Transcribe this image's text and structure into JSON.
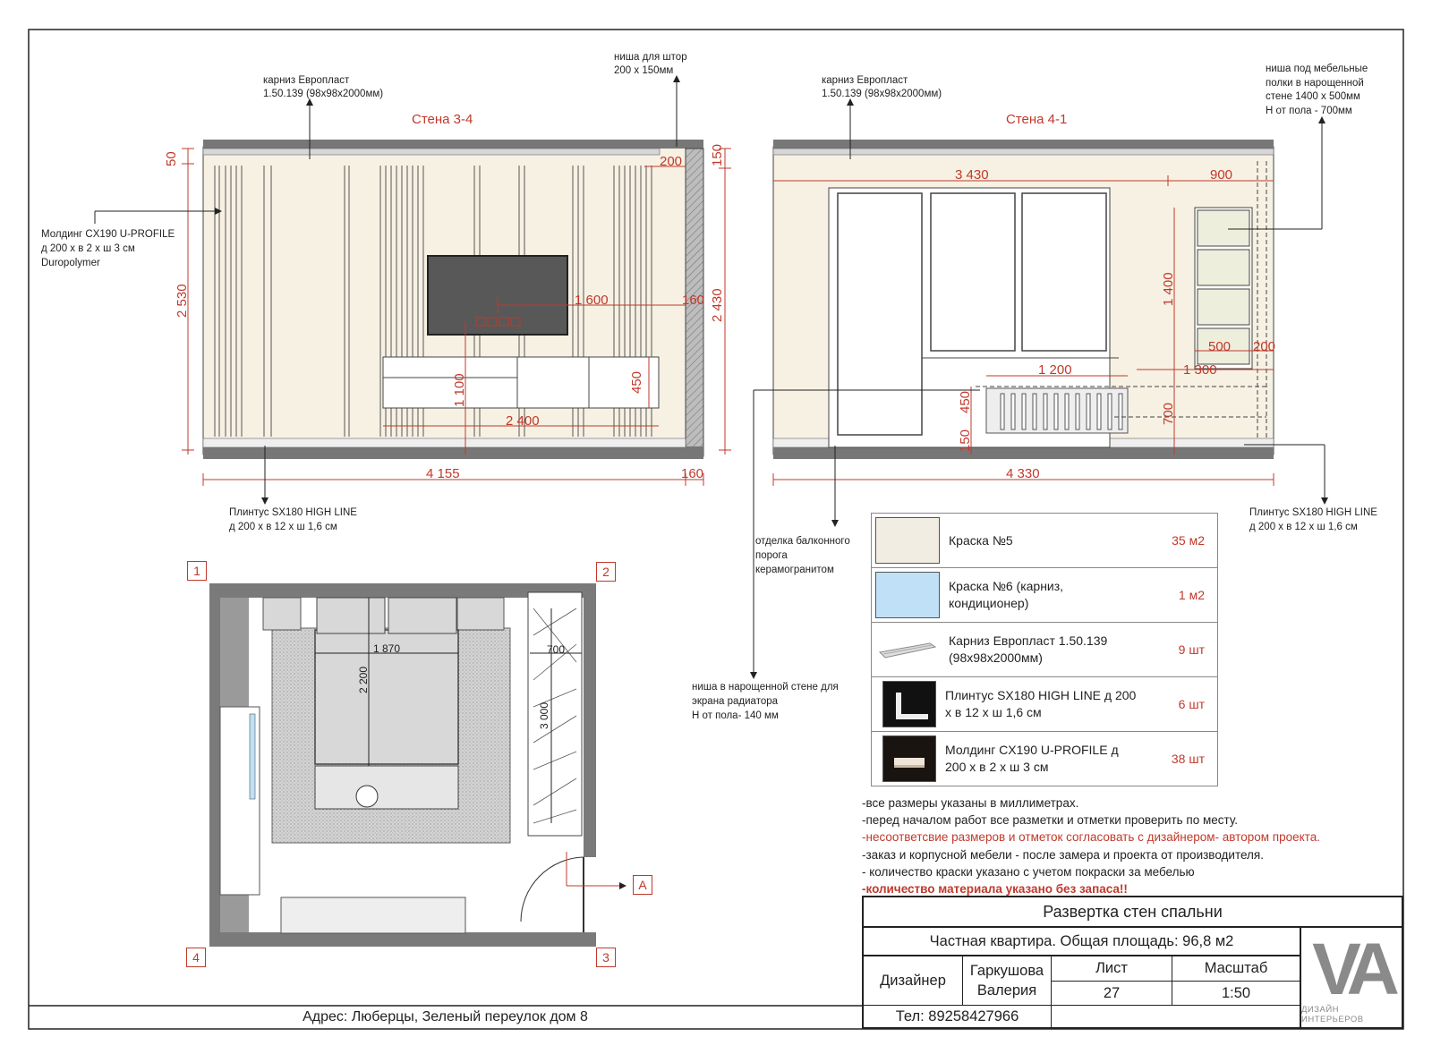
{
  "walls": {
    "wall34": {
      "title": "Стена 3-4",
      "dims": {
        "top_50": "50",
        "h_2530": "2 530",
        "niche_200": "200",
        "right_150": "150",
        "right_2430": "2 430",
        "tv_1600": "1 600",
        "tv_160": "160",
        "tv_1100": "1 100",
        "cab_450": "450",
        "cab_2400": "2 400",
        "bottom_4155": "4 155",
        "bottom_160": "160"
      }
    },
    "wall41": {
      "title": "Стена 4-1",
      "dims": {
        "w_3430": "3 430",
        "w_900": "900",
        "h_1400": "1 400",
        "w_500": "500",
        "w_200": "200",
        "w_1200": "1 200",
        "w_1300": "1 300",
        "h_450": "450",
        "h_700": "700",
        "h_150": "150",
        "bottom_4330": "4 330"
      }
    }
  },
  "notes": {
    "cornice_left": [
      "карниз Европласт",
      "1.50.139 (98x98x2000мм)"
    ],
    "curtain_niche": [
      "ниша для штор",
      "200 х 150мм"
    ],
    "cornice_right": [
      "карниз Европласт",
      "1.50.139 (98x98x2000мм)"
    ],
    "shelf_niche": [
      "ниша под мебельные",
      "полки в нарощенной",
      "стене 1400 х 500мм",
      "Н от пола - 700мм"
    ],
    "molding": [
      "Молдинг CX190 U-PROFILE",
      "д 200 х в 2 х ш 3 см",
      "Duropolymer"
    ],
    "plinth_left": [
      "Плинтус SX180 HIGH LINE",
      "д 200 х в 12 х ш 1,6 см"
    ],
    "plinth_right": [
      "Плинтус SX180 HIGH LINE",
      "д 200 х в 12 х ш 1,6 см"
    ],
    "balcony": [
      "отделка балконного",
      "порога",
      "керамогранитом"
    ],
    "radiator": [
      "ниша в нарощенной стене для",
      "экрана радиатора",
      "Н от пола- 140 мм"
    ]
  },
  "plan": {
    "corners": [
      "1",
      "2",
      "3",
      "4"
    ],
    "section_mark": "A",
    "dims": {
      "bed_w": "1 870",
      "bed_l": "2 200",
      "wardrobe_w": "700",
      "wardrobe_l": "3 000"
    }
  },
  "legend": [
    {
      "name": "Краска №5",
      "qty": "35 м2",
      "color": "#f2ede3",
      "icon": "paint-swatch-icon"
    },
    {
      "name": "Краска №6 (карниз, кондиционер)",
      "qty": "1 м2",
      "color": "#bfe0f7",
      "icon": "paint-swatch-icon"
    },
    {
      "name": "Карниз Европласт 1.50.139 (98x98x2000мм)",
      "qty": "9 шт",
      "color": "#ffffff",
      "icon": "cornice-profile-icon"
    },
    {
      "name": "Плинтус SX180 HIGH LINE д 200 х в 12 х ш 1,6 см",
      "qty": "6 шт",
      "color": "#000000",
      "icon": "plinth-photo-icon"
    },
    {
      "name": "Молдинг CX190 U-PROFILE д 200 х в 2 х ш 3 см",
      "qty": "38 шт",
      "color": "#000000",
      "icon": "molding-photo-icon"
    }
  ],
  "general_notes": [
    {
      "text": "-все размеры указаны в миллиметрах.",
      "style": "normal"
    },
    {
      "text": "-перед началом работ все разметки и отметки проверить по месту.",
      "style": "normal"
    },
    {
      "text": "-несоответсвие размеров и отметок согласовать с дизайнером- автором проекта.",
      "style": "red"
    },
    {
      "text": "-заказ и корпусной мебели - после замера и проекта от производителя.",
      "style": "normal"
    },
    {
      "text": "- количество краски указано с учетом покраски за мебелью",
      "style": "normal"
    },
    {
      "text": "-количество материала указано без запаса!!",
      "style": "redbold"
    }
  ],
  "title_block": {
    "sheet_title": "Развертка стен спальни",
    "project": "Частная квартира. Общая площадь: 96,8 м2",
    "designer_label": "Дизайнер",
    "designer_name": "Гаркушова Валерия",
    "sheet_label": "Лист",
    "sheet_no": "27",
    "scale_label": "Масштаб",
    "scale": "1:50",
    "phone": "Тел: 89258427966",
    "address": "Адрес: Люберцы, Зеленый переулок дом 8",
    "logo_mark": "VA",
    "logo_caption": "ДИЗАЙН ИНТЕРЬЕРОВ"
  },
  "colors": {
    "dimension": "#c0392b",
    "wall_paint": "#f6f1e3",
    "hatch": "#888888"
  }
}
